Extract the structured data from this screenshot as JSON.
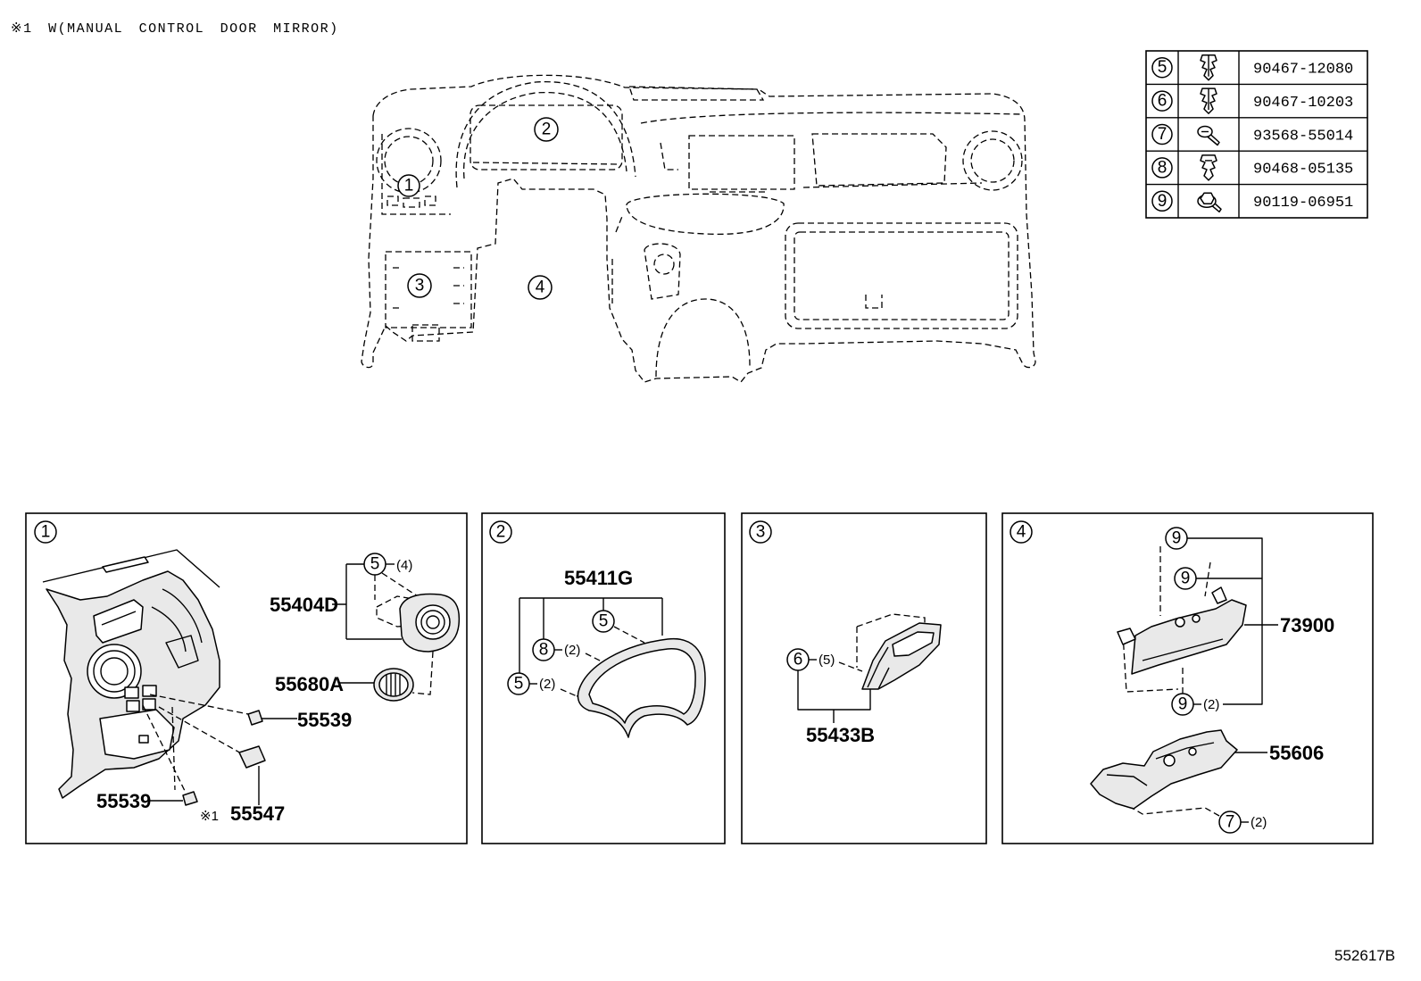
{
  "note": "※1 W(MANUAL CONTROL DOOR MIRROR)",
  "overview": {
    "callouts": [
      "1",
      "2",
      "3",
      "4"
    ]
  },
  "fastener_table": [
    {
      "ref": "5",
      "icon": "clip-icon",
      "part_no": "90467-12080"
    },
    {
      "ref": "6",
      "icon": "clip-icon",
      "part_no": "90467-10203"
    },
    {
      "ref": "7",
      "icon": "screw-icon",
      "part_no": "93568-55014"
    },
    {
      "ref": "8",
      "icon": "clip-icon",
      "part_no": "90468-05135"
    },
    {
      "ref": "9",
      "icon": "bolt-icon",
      "part_no": "90119-06951"
    }
  ],
  "panel_1": {
    "ref": "1",
    "parts": [
      "55404D",
      "55680A",
      "55539",
      "55539",
      "55547"
    ],
    "footnote_mark": "※1",
    "callouts": [
      {
        "ref": "5",
        "qty": "(4)"
      }
    ]
  },
  "panel_2": {
    "ref": "2",
    "parts": [
      "55411G"
    ],
    "callouts": [
      {
        "ref": "5"
      },
      {
        "ref": "8",
        "qty": "(2)"
      },
      {
        "ref": "5",
        "qty": "(2)"
      }
    ]
  },
  "panel_3": {
    "ref": "3",
    "parts": [
      "55433B"
    ],
    "callouts": [
      {
        "ref": "6",
        "qty": "(5)"
      }
    ]
  },
  "panel_4": {
    "ref": "4",
    "parts": [
      "73900",
      "55606"
    ],
    "callouts": [
      {
        "ref": "9"
      },
      {
        "ref": "9"
      },
      {
        "ref": "9",
        "qty": "(2)"
      },
      {
        "ref": "7",
        "qty": "(2)"
      }
    ]
  },
  "figure_id": "552617B",
  "colors": {
    "ink": "#000000",
    "paper": "#ffffff"
  }
}
